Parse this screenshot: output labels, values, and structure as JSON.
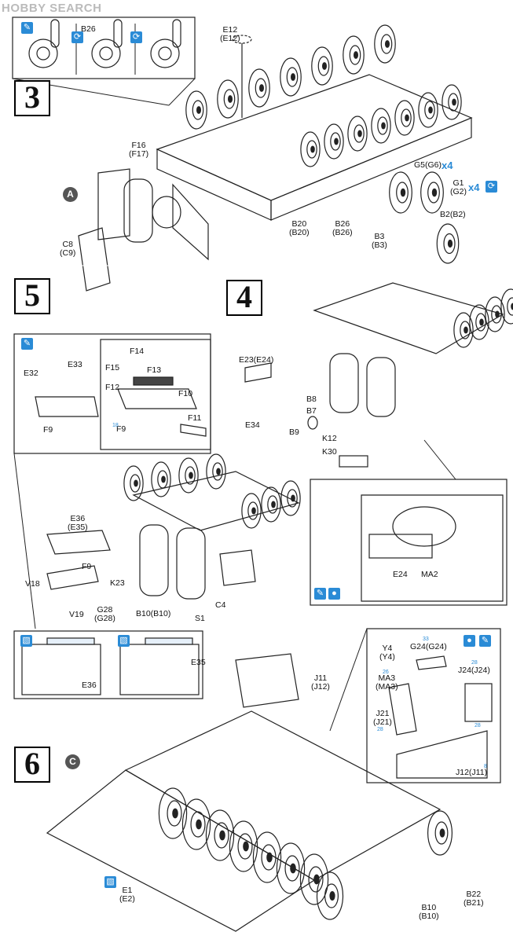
{
  "watermark": "HOBBY SEARCH",
  "steps": {
    "s3": "3",
    "s4": "4",
    "s5": "5",
    "s6": "6"
  },
  "markers": {
    "A": "A",
    "C": "C"
  },
  "multiplier": "x4",
  "labels": {
    "E12": "E12\n(E12)",
    "B26_top": "B26",
    "F16": "F16\n(F17)",
    "G5": "G5(G6)",
    "G1": "G1\n(G2)",
    "B20": "B20\n(B20)",
    "B26": "B26\n(B26)",
    "B3": "B3\n(B3)",
    "B2": "B2(B2)",
    "C8": "C8\n(C9)",
    "E23": "E23(E24)",
    "B8": "B8",
    "B7": "B7",
    "B9": "B9",
    "E34": "E34",
    "K12": "K12",
    "K30": "K30",
    "E24": "E24",
    "MA2": "MA2",
    "E32": "E32",
    "E33": "E33",
    "F9a": "F9",
    "F14": "F14",
    "F15": "F15",
    "F13": "F13",
    "F12": "F12",
    "F10": "F10",
    "F11": "F11",
    "F9b": "F9",
    "E36": "E36\n(E35)",
    "F9c": "F9",
    "V18": "V18",
    "V19": "V19",
    "K23": "K23",
    "G28": "G28\n(G28)",
    "B10": "B10(B10)",
    "C4": "C4",
    "S1": "S1",
    "E36b": "E36",
    "E35b": "E35",
    "J11": "J11\n(J12)",
    "Y4": "Y4\n(Y4)",
    "G24": "G24(G24)",
    "MA3": "MA3\n(MA3)",
    "J24": "J24(J24)",
    "J21": "J21\n(J21)",
    "J12": "J12(J11)",
    "E1": "E1\n(E2)",
    "B10b": "B10\n(B10)",
    "B22": "B22\n(B21)"
  },
  "refnums": {
    "r1": "18",
    "r2": "33",
    "r3": "28",
    "r4": "26",
    "r5": "28",
    "r6": "28",
    "r7": "8"
  }
}
